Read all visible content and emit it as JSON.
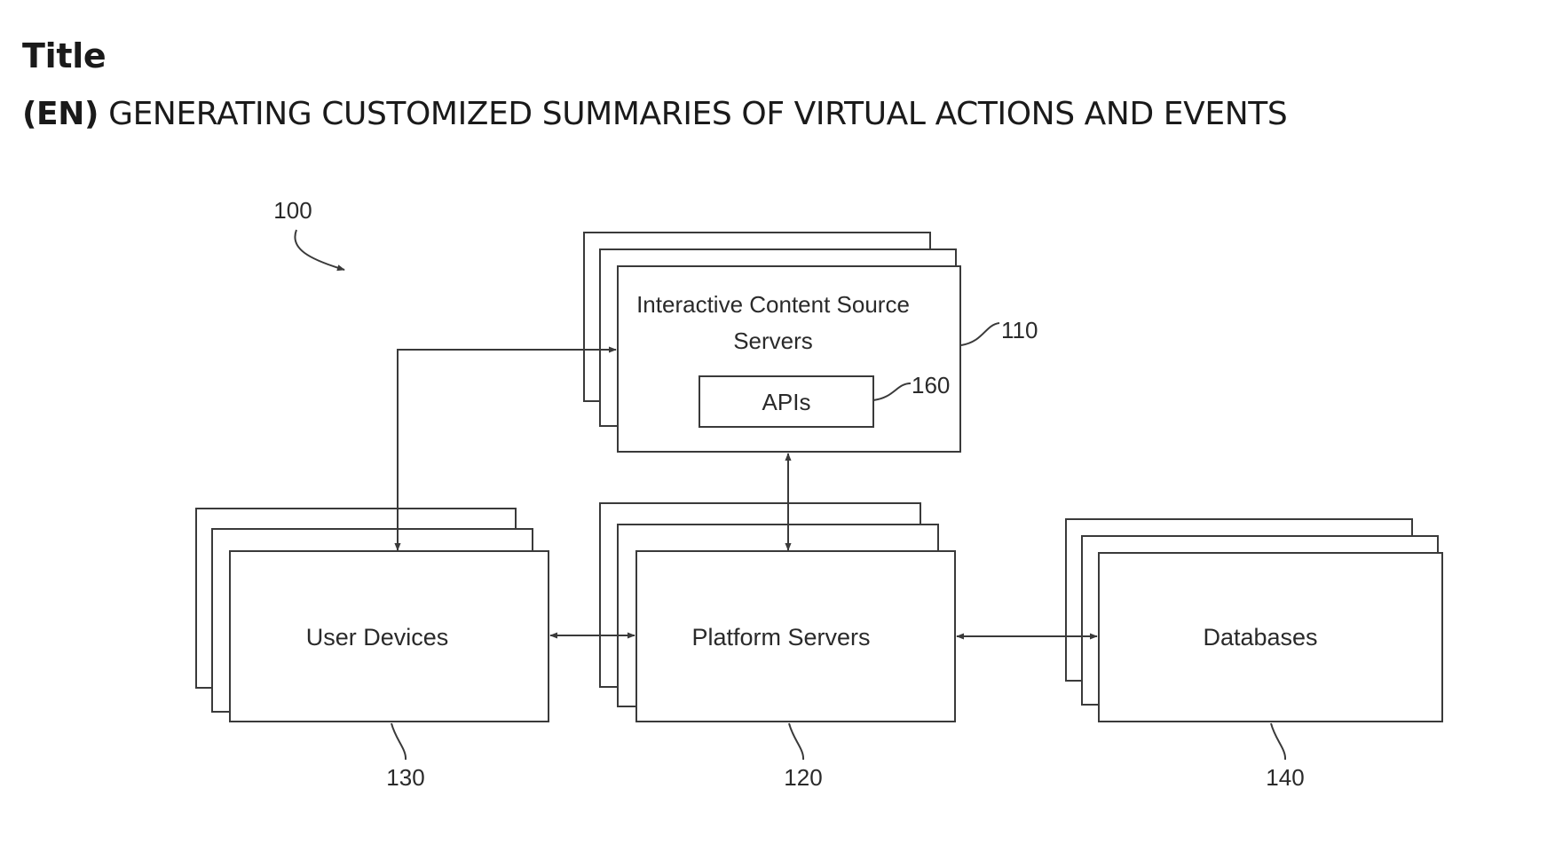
{
  "heading": "Title",
  "title": {
    "lang": "(EN)",
    "text": "GENERATING CUSTOMIZED SUMMARIES OF VIRTUAL ACTIONS AND EVENTS"
  },
  "figure": {
    "system_ref": "100",
    "content_servers": {
      "label_line1": "Interactive Content Source",
      "label_line2": "Servers",
      "ref": "110"
    },
    "apis": {
      "label": "APIs",
      "ref": "160"
    },
    "user_devices": {
      "label": "User Devices",
      "ref": "130"
    },
    "platform_servers": {
      "label": "Platform Servers",
      "ref": "120"
    },
    "databases": {
      "label": "Databases",
      "ref": "140"
    }
  }
}
